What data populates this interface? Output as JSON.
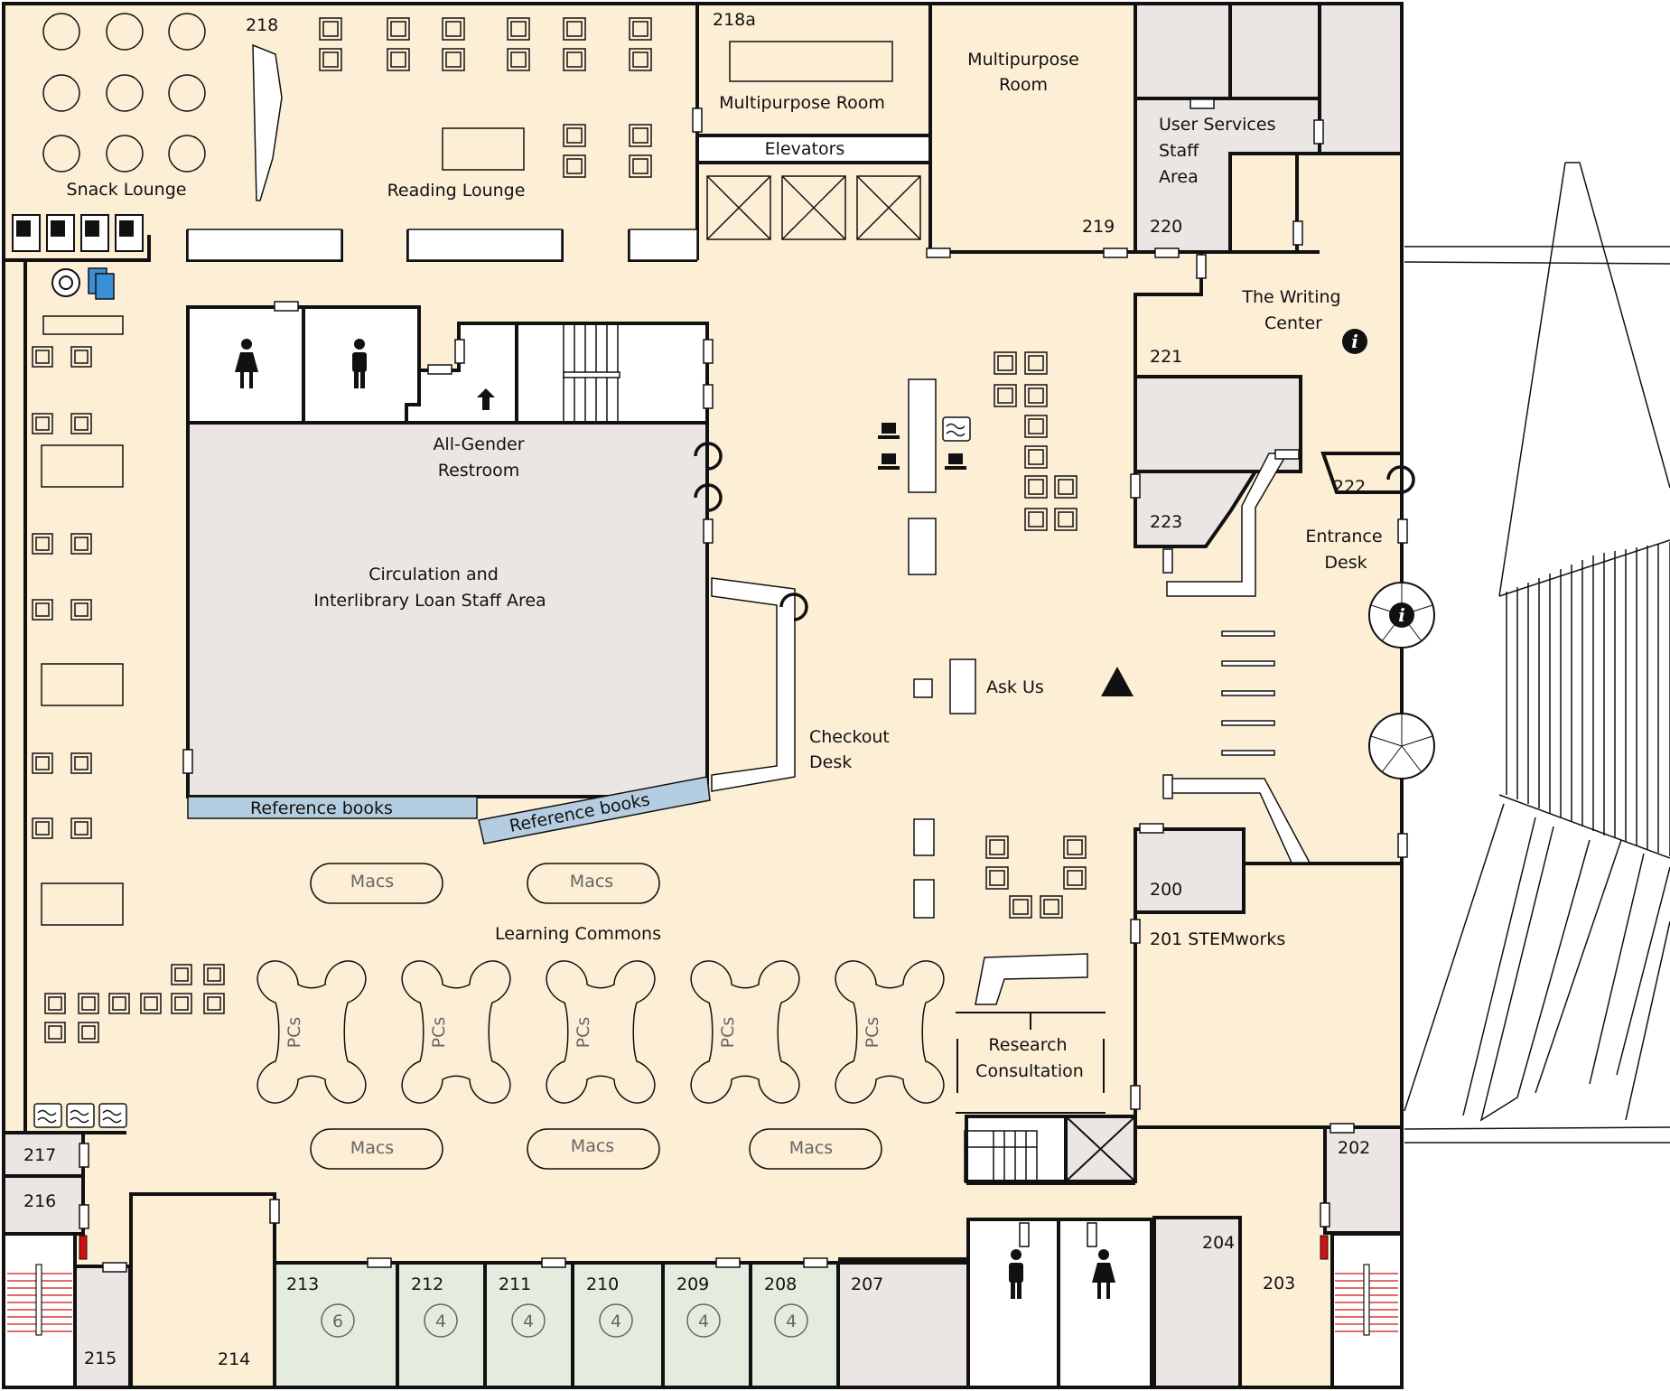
{
  "rooms": {
    "r218": "218",
    "r218a": "218a",
    "multipurpose_room_a": "Multipurpose Room",
    "multipurpose_room_b_line1": "Multipurpose",
    "multipurpose_room_b_line2": "Room",
    "elevators": "Elevators",
    "user_services_line1": "User Services",
    "user_services_line2": "Staff",
    "user_services_line3": "Area",
    "r219": "219",
    "r220": "220",
    "writing_center_line1": "The Writing",
    "writing_center_line2": "Center",
    "r221": "221",
    "r222": "222",
    "r223": "223",
    "entrance_desk_line1": "Entrance",
    "entrance_desk_line2": "Desk",
    "snack_lounge": "Snack Lounge",
    "reading_lounge": "Reading Lounge",
    "all_gender_line1": "All-Gender",
    "all_gender_line2": "Restroom",
    "circulation_line1": "Circulation and",
    "circulation_line2": "Interlibrary Loan Staff Area",
    "reference_books_1": "Reference books",
    "reference_books_2": "Reference books",
    "checkout_line1": "Checkout",
    "checkout_line2": "Desk",
    "ask_us": "Ask Us",
    "r200": "200",
    "stemworks": "201 STEMworks",
    "learning_commons": "Learning Commons",
    "research_line1": "Research",
    "research_line2": "Consultation",
    "r217": "217",
    "r216": "216",
    "r215": "215",
    "r214": "214",
    "r213": "213",
    "r212": "212",
    "r211": "211",
    "r210": "210",
    "r209": "209",
    "r208": "208",
    "r207": "207",
    "r204": "204",
    "r203": "203",
    "r202": "202"
  },
  "study_rooms": [
    {
      "room": "213",
      "capacity": "6"
    },
    {
      "room": "212",
      "capacity": "4"
    },
    {
      "room": "211",
      "capacity": "4"
    },
    {
      "room": "210",
      "capacity": "4"
    },
    {
      "room": "209",
      "capacity": "4"
    },
    {
      "room": "208",
      "capacity": "4"
    }
  ],
  "mac_tables": [
    "Macs",
    "Macs",
    "Macs",
    "Macs",
    "Macs"
  ],
  "pc_pods": [
    "PCs",
    "PCs",
    "PCs",
    "PCs",
    "PCs"
  ],
  "colors": {
    "floor": "#fdefd6",
    "staff_area": "#ebe6e3",
    "study_room": "#e4ece0",
    "reference_shelf": "#b4cde0",
    "wall": "#111111",
    "emergency_door": "#d11010",
    "copier_blue": "#3b8fd6"
  },
  "icons": [
    "women-restroom-icon",
    "men-restroom-icon",
    "up-arrow-icon",
    "info-icon",
    "you-are-here-icon",
    "elevator-icon",
    "stairs-icon",
    "computer-icon",
    "printer-icon",
    "revolving-door-icon",
    "door-swing-icon"
  ]
}
